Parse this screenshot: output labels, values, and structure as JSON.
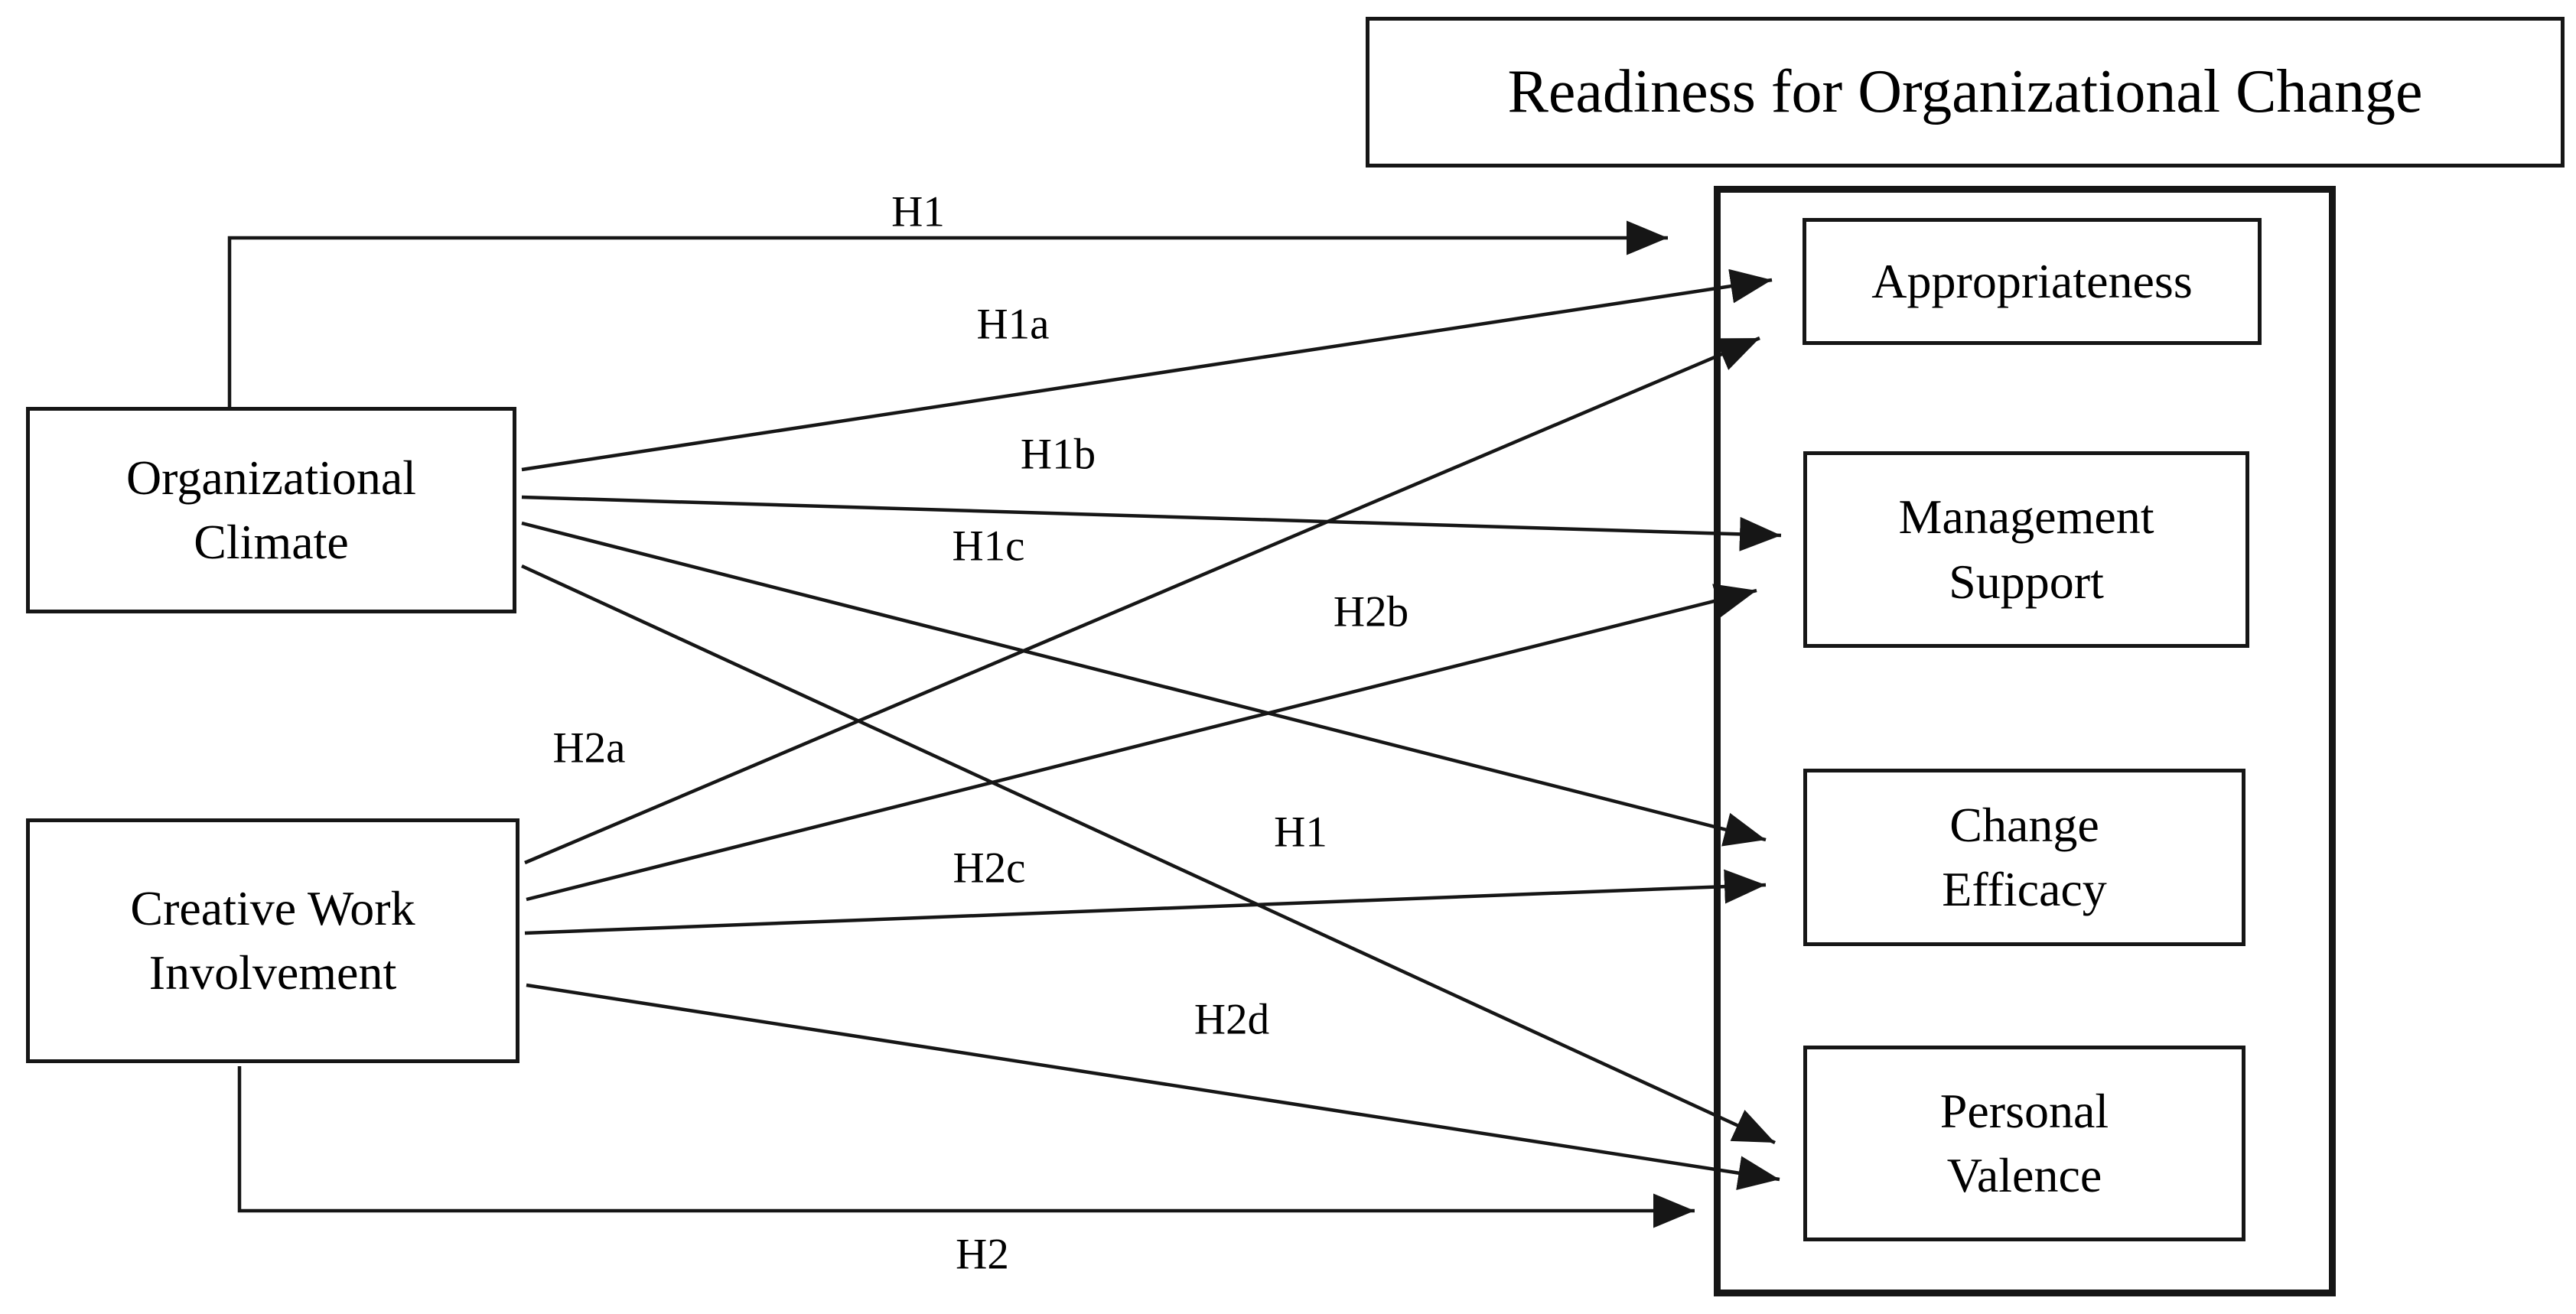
{
  "diagram": {
    "title": "Readiness for Organizational Change",
    "predictors": [
      {
        "label": "Organizational Climate"
      },
      {
        "label": "Creative Work Involvement"
      }
    ],
    "outcomes": [
      {
        "label": "Appropriateness"
      },
      {
        "label": "Management Support"
      },
      {
        "label": "Change Efficacy"
      },
      {
        "label": "Personal Valence"
      }
    ],
    "edges": [
      {
        "label": "H1",
        "from": "Organizational Climate",
        "to": "Readiness for Organizational Change"
      },
      {
        "label": "H1a",
        "from": "Organizational Climate",
        "to": "Appropriateness"
      },
      {
        "label": "H1b",
        "from": "Organizational Climate",
        "to": "Management Support"
      },
      {
        "label": "H1c",
        "from": "Organizational Climate",
        "to": "Change Efficacy"
      },
      {
        "label": "H1",
        "from": "Organizational Climate",
        "to": "Personal Valence"
      },
      {
        "label": "H2a",
        "from": "Creative Work Involvement",
        "to": "Appropriateness"
      },
      {
        "label": "H2b",
        "from": "Creative Work Involvement",
        "to": "Management Support"
      },
      {
        "label": "H2c",
        "from": "Creative Work Involvement",
        "to": "Change Efficacy"
      },
      {
        "label": "H2d",
        "from": "Creative Work Involvement",
        "to": "Personal Valence"
      },
      {
        "label": "H2",
        "from": "Creative Work Involvement",
        "to": "Readiness for Organizational Change"
      }
    ],
    "colors": {
      "line": "#161616",
      "box_border": "#161616",
      "background": "#ffffff",
      "text": "#000000"
    }
  }
}
